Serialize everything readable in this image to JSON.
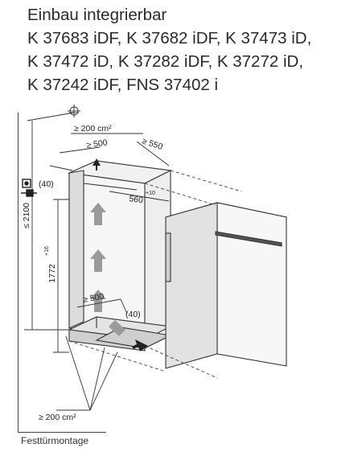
{
  "header": {
    "title": "Einbau integrierbar",
    "models_line1": "K 37683 iDF, K 37682 iDF, K 37473 iD,",
    "models_line2": "K 37472 iD, K 37282 iDF, K 37272 iD,",
    "models_line3": "K 37242 iDF, FNS 37402 i"
  },
  "dimensions": {
    "vent_top_area": "≥ 200 cm²",
    "top_depth": "≥ 500",
    "depth_550": "≥ 550",
    "gap_top": "(40)",
    "total_height": "≤ 2100",
    "niche_width": "560",
    "niche_width_tol": "+10",
    "niche_height": "1772",
    "niche_height_tol": "+16",
    "bottom_depth": "≥ 500",
    "gap_bottom": "(40)",
    "vent_bottom_area": "≥ 200 cm²"
  },
  "footer": {
    "caption": "Festtürmontage"
  }
}
